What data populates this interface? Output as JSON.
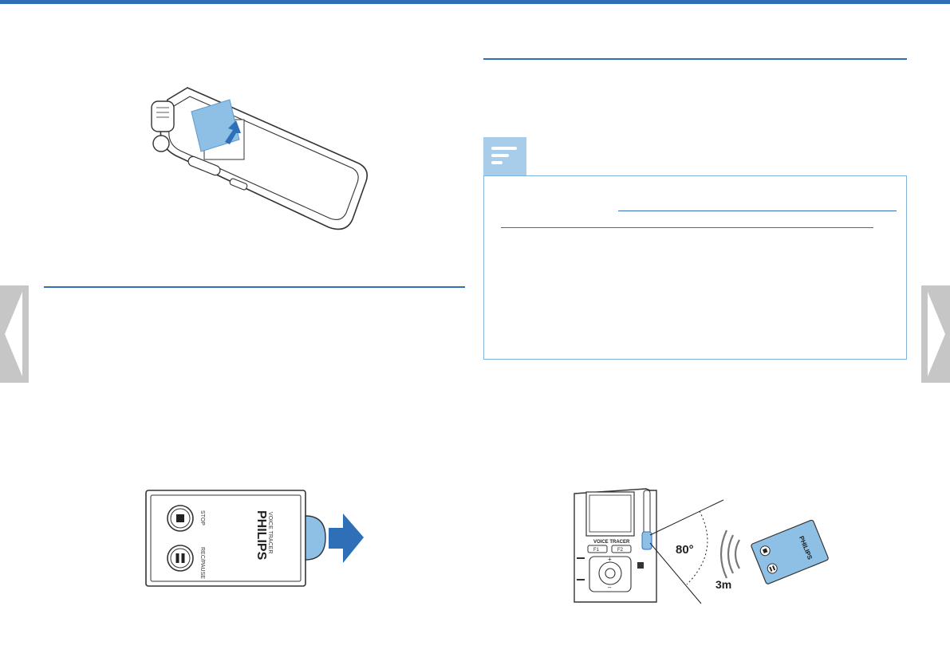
{
  "document": {
    "page_left_number": "",
    "page_right_number": ""
  },
  "remote": {
    "stop_label": "STOP",
    "rec_pause_label": "REC/PAUSE",
    "brand": "PHILIPS",
    "product": "VOICE TRACER"
  },
  "range_figure": {
    "angle_label": "80°",
    "distance_label": "3m",
    "device_brand": "VOICE TRACER",
    "f1_label": "F1",
    "f2_label": "F2",
    "remote_brand": "PHILIPS"
  },
  "navigation": {
    "prev_icon": "chevron-left-icon",
    "next_icon": "chevron-right-icon"
  },
  "colors": {
    "accent": "#2f6fb7",
    "light_blue": "#a8cdea",
    "note_border": "#7fb3de",
    "nav_gray": "#c6c6c6"
  }
}
